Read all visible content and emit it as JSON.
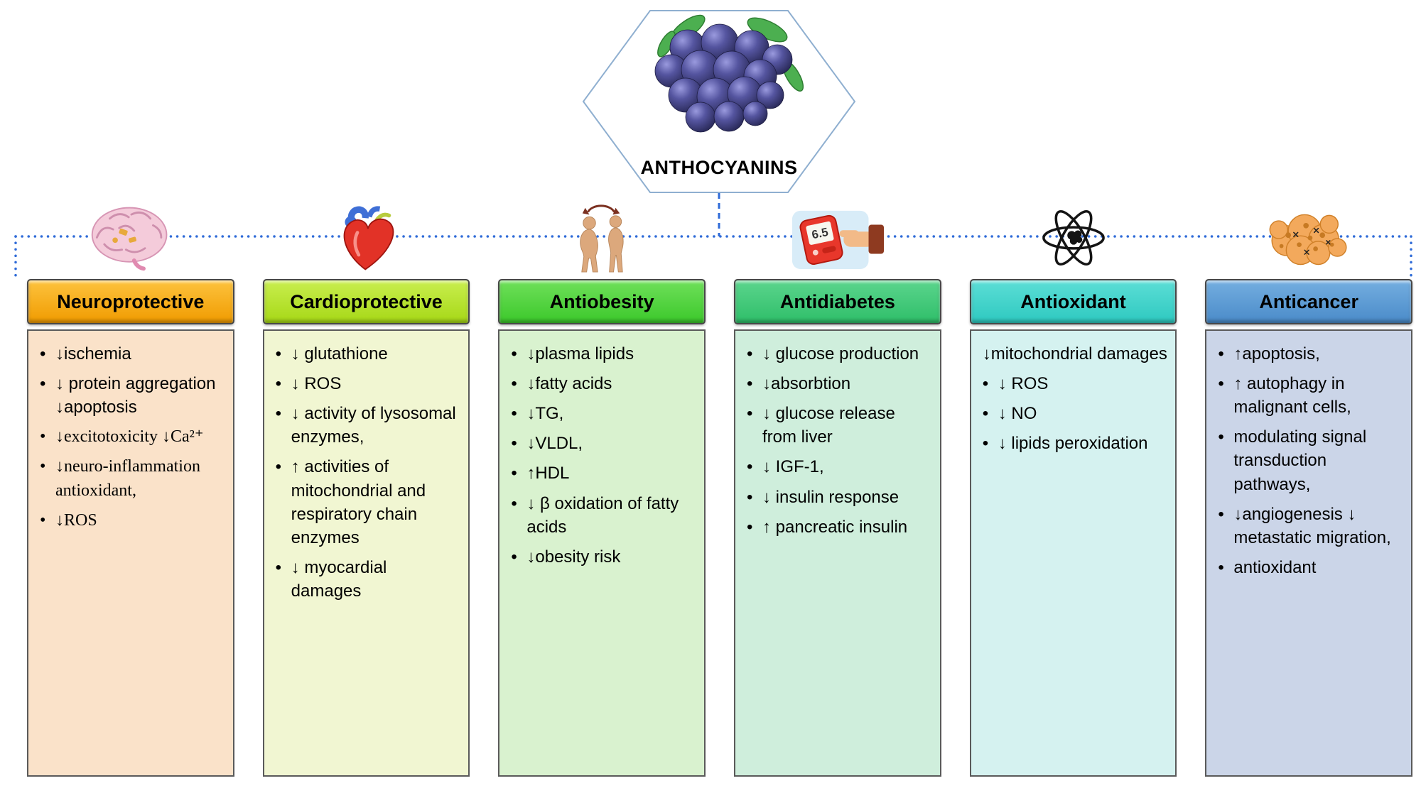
{
  "title": "ANTHOCYANINS",
  "connector_color": "#2F6BD8",
  "columns": [
    {
      "id": "neuroprotective",
      "title": "Neuroprotective",
      "icon": "brain-icon",
      "colors": {
        "header_top": "#FDC33E",
        "header_bottom": "#F09B00",
        "body": "#FAE2C9"
      },
      "items": [
        {
          "text": "↓ischemia",
          "bullet": true
        },
        {
          "text": "↓ protein aggregation ↓apoptosis",
          "bullet": true
        },
        {
          "text": "↓excitotoxicity ↓Ca²⁺",
          "bullet": true,
          "serif": true
        },
        {
          "text": "↓neuro-inflammation antioxidant,",
          "bullet": true,
          "serif": true
        },
        {
          "text": "↓ROS",
          "bullet": true,
          "serif": true
        }
      ]
    },
    {
      "id": "cardioprotective",
      "title": "Cardioprotective",
      "icon": "heart-icon",
      "colors": {
        "header_top": "#C9EE4F",
        "header_bottom": "#A6D816",
        "body": "#F1F6D2"
      },
      "items": [
        {
          "text": "↓ glutathione",
          "bullet": true
        },
        {
          "text": "↓ ROS",
          "bullet": true
        },
        {
          "text": "↓ activity of lysosomal enzymes,",
          "bullet": true
        },
        {
          "text": "↑ activities of mitochondrial and respiratory chain enzymes",
          "bullet": true
        },
        {
          "text": "↓ myocardial damages",
          "bullet": true
        }
      ]
    },
    {
      "id": "antiobesity",
      "title": "Antiobesity",
      "icon": "body-silhouettes-icon",
      "colors": {
        "header_top": "#6FE05A",
        "header_bottom": "#3CC82B",
        "body": "#D9F2CF"
      },
      "items": [
        {
          "text": "↓plasma lipids",
          "bullet": true
        },
        {
          "text": "↓fatty acids",
          "bullet": true
        },
        {
          "text": "↓TG,",
          "bullet": true
        },
        {
          "text": "↓VLDL,",
          "bullet": true
        },
        {
          "text": "↑HDL",
          "bullet": true
        },
        {
          "text": "↓ β oxidation of fatty acids",
          "bullet": true
        },
        {
          "text": "↓obesity risk",
          "bullet": true
        }
      ]
    },
    {
      "id": "antidiabetes",
      "title": "Antidiabetes",
      "icon": "glucose-meter-icon",
      "meter_reading": "6.5",
      "colors": {
        "header_top": "#5BD58D",
        "header_bottom": "#2FBE69",
        "body": "#CFEEDC"
      },
      "items": [
        {
          "text": "↓ glucose production",
          "bullet": true
        },
        {
          "text": "↓absorbtion",
          "bullet": true
        },
        {
          "text": "↓ glucose release from liver",
          "bullet": true
        },
        {
          "text": "↓ IGF-1,",
          "bullet": true
        },
        {
          "text": "↓ insulin response",
          "bullet": true
        },
        {
          "text": "↑ pancreatic insulin",
          "bullet": true
        }
      ]
    },
    {
      "id": "antioxidant",
      "title": "Antioxidant",
      "icon": "atom-icon",
      "colors": {
        "header_top": "#5CDED6",
        "header_bottom": "#2EC9C0",
        "body": "#D5F2F0"
      },
      "items": [
        {
          "text": "↓mitochondrial damages",
          "bullet": false
        },
        {
          "text": "↓ ROS",
          "bullet": true
        },
        {
          "text": "↓ NO",
          "bullet": true
        },
        {
          "text": "↓ lipids peroxidation",
          "bullet": true
        }
      ]
    },
    {
      "id": "anticancer",
      "title": "Anticancer",
      "icon": "cancer-cells-icon",
      "colors": {
        "header_top": "#74AEE0",
        "header_bottom": "#4A8BC9",
        "body": "#CBD5E8"
      },
      "items": [
        {
          "text": "↑apoptosis,",
          "bullet": true
        },
        {
          "text": "↑ autophagy in malignant cells,",
          "bullet": true
        },
        {
          "text": "modulating signal transduction pathways,",
          "bullet": true
        },
        {
          "text": "↓angiogenesis ↓ metastatic migration,",
          "bullet": true
        },
        {
          "text": "antioxidant",
          "bullet": true
        }
      ]
    }
  ]
}
